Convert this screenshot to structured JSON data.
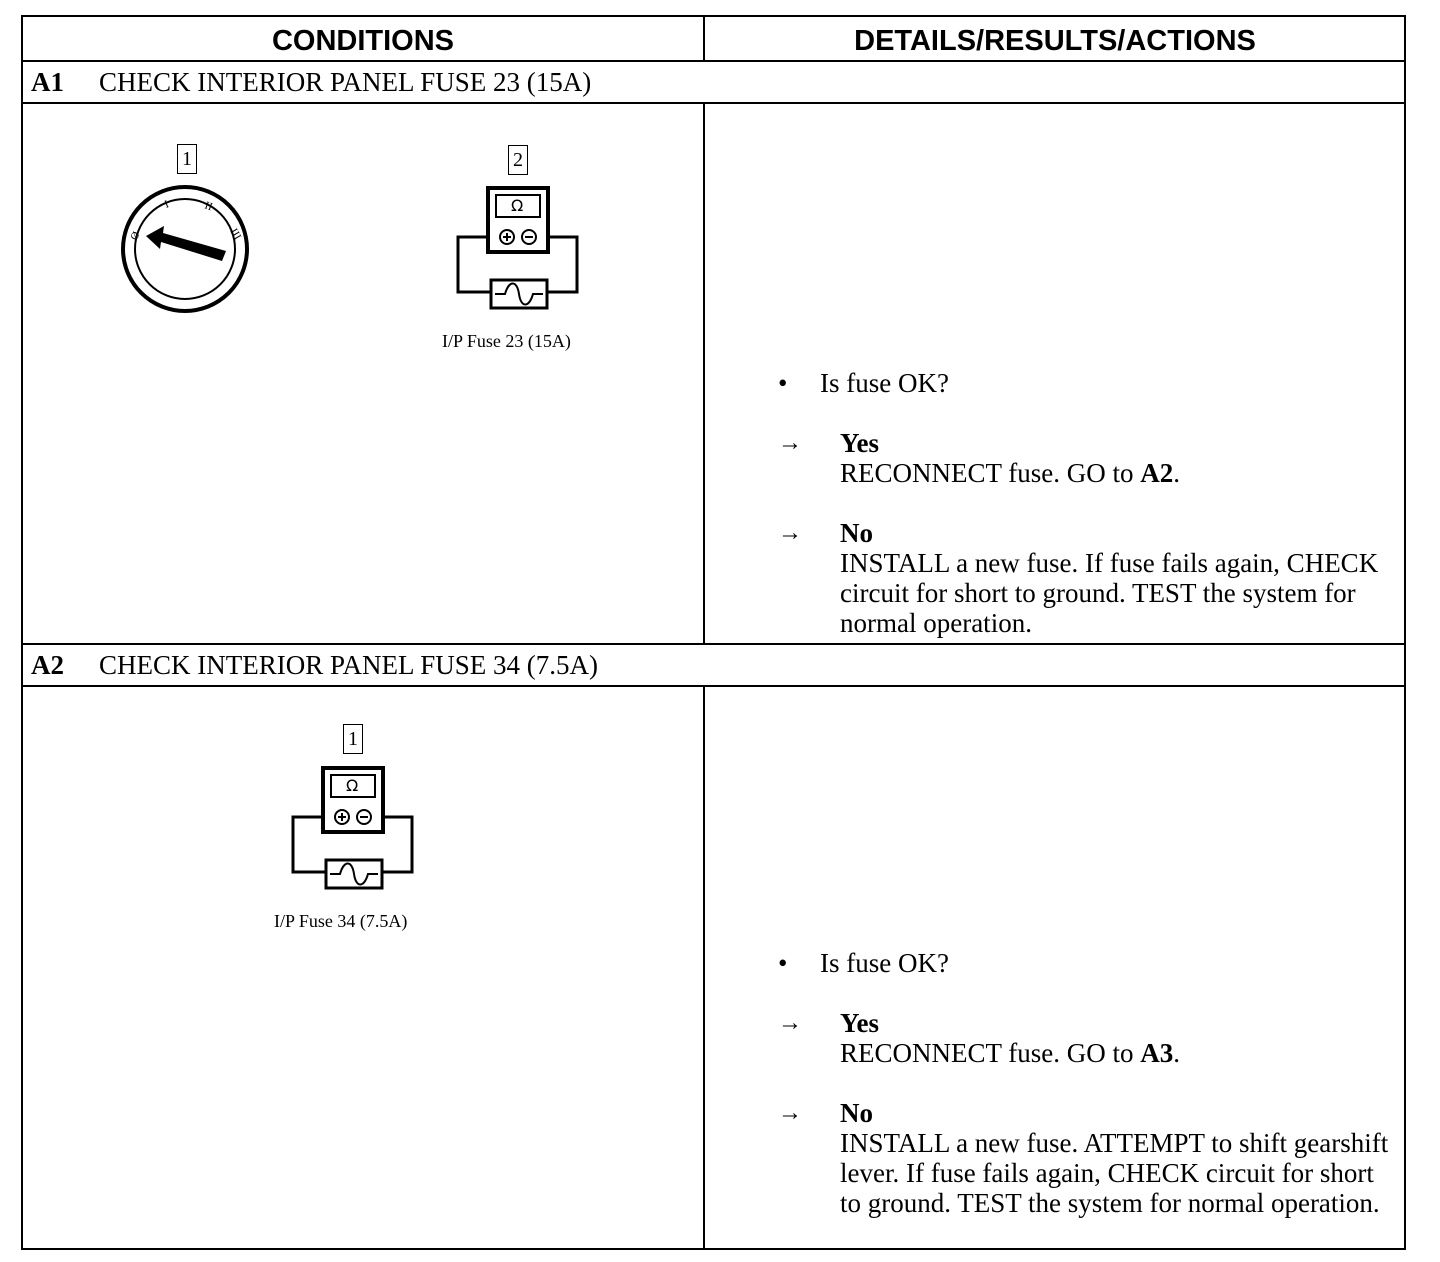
{
  "table": {
    "col_conditions": "CONDITIONS",
    "col_details": "DETAILS/RESULTS/ACTIONS"
  },
  "steps": [
    {
      "id": "A1",
      "title": "CHECK INTERIOR PANEL FUSE 23 (15A)",
      "figure": {
        "callouts": [
          "1",
          "2"
        ],
        "meter_symbol": "Ω",
        "caption": "I/P Fuse 23 (15A)"
      },
      "question": "Is fuse OK?",
      "bullet": "•",
      "arrow": "→",
      "yes_label": "Yes",
      "yes_action": "RECONNECT fuse. GO to ",
      "yes_target": "A2",
      "yes_end": ".",
      "no_label": "No",
      "no_action": "INSTALL a new fuse. If fuse fails again, CHECK circuit for short to ground. TEST the system for normal operation."
    },
    {
      "id": "A2",
      "title": "CHECK INTERIOR PANEL FUSE 34 (7.5A)",
      "figure": {
        "callouts": [
          "1"
        ],
        "meter_symbol": "Ω",
        "caption": "I/P Fuse 34 (7.5A)"
      },
      "question": "Is fuse OK?",
      "bullet": "•",
      "arrow": "→",
      "yes_label": "Yes",
      "yes_action": "RECONNECT fuse. GO to ",
      "yes_target": "A3",
      "yes_end": ".",
      "no_label": "No",
      "no_action": "INSTALL a new fuse. ATTEMPT to shift gearshift lever. If fuse fails again, CHECK circuit for short to ground. TEST the system for normal operation."
    }
  ]
}
